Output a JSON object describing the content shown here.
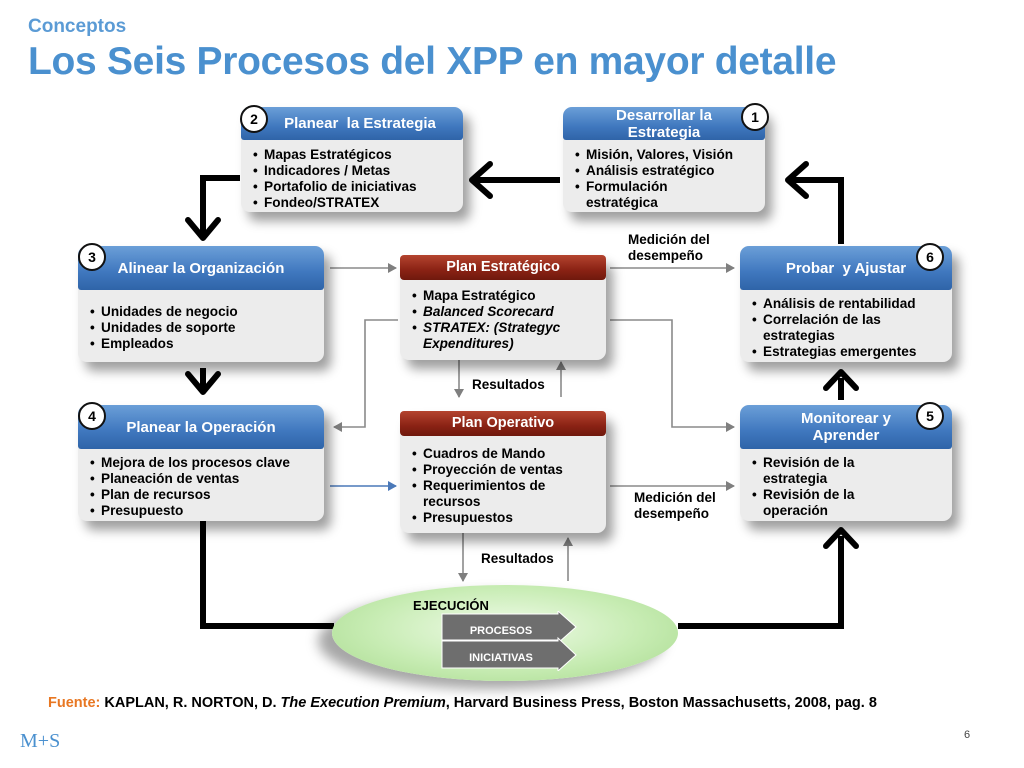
{
  "header": {
    "eyebrow": "Conceptos",
    "title": "Los Seis Procesos del XPP en mayor detalle"
  },
  "processes": {
    "planear_estrategia": {
      "number": "2",
      "title": "Planear  la Estrategia",
      "items": [
        "Mapas Estratégicos",
        "Indicadores / Metas",
        "Portafolio de iniciativas",
        "Fondeo/STRATEX"
      ]
    },
    "desarrollar_estrategia": {
      "number": "1",
      "title_line1": "Desarrollar la",
      "title_line2": "Estrategia",
      "items": [
        "Misión, Valores, Visión",
        "Análisis estratégico",
        "Formulación estratégica"
      ]
    },
    "alinear_organizacion": {
      "number": "3",
      "title": "Alinear la Organización",
      "items": [
        "Unidades de negocio",
        "Unidades de soporte",
        "Empleados"
      ]
    },
    "probar_ajustar": {
      "number": "6",
      "title": "Probar  y Ajustar",
      "items": [
        "Análisis de rentabilidad",
        "Correlación de las estrategias",
        "Estrategias emergentes"
      ]
    },
    "planear_operacion": {
      "number": "4",
      "title": "Planear la Operación",
      "items": [
        "Mejora de los procesos clave",
        "Planeación de ventas",
        "Plan de recursos",
        "Presupuesto"
      ]
    },
    "monitorear_aprender": {
      "number": "5",
      "title_line1": "Monitorear y",
      "title_line2": "Aprender",
      "items": [
        "Revisión de la estrategia",
        "Revisión de la operación"
      ]
    }
  },
  "plans": {
    "estrategico": {
      "title": "Plan Estratégico",
      "items": [
        "Mapa Estratégico",
        "Balanced Scorecard",
        "STRATEX: (Strategyc Expenditures)"
      ]
    },
    "operativo": {
      "title": "Plan Operativo",
      "items": [
        "Cuadros de Mando",
        "Proyección de ventas",
        "Requerimientos de recursos",
        "Presupuestos"
      ]
    }
  },
  "labels": {
    "medicion_top_1": "Medición del",
    "medicion_top_2": "desempeño",
    "medicion_bottom_1": "Medición del",
    "medicion_bottom_2": "desempeño",
    "resultados_1": "Resultados",
    "resultados_2": "Resultados"
  },
  "execution": {
    "title": "EJECUCIÓN",
    "procesos": "PROCESOS",
    "iniciativas": "INICIATIVAS"
  },
  "footer": {
    "source_label": "Fuente:",
    "source_authors": "KAPLAN, R. NORTON, D.",
    "source_book": "The Execution Premium",
    "source_rest": ", Harvard Business Press, Boston Massachusetts, 2008, pag. 8",
    "logo": "M+S",
    "page_number": "6"
  },
  "colors": {
    "title_blue": "#4a90cf",
    "header_blue": "#3f77be",
    "header_red": "#8a2214",
    "source_orange": "#e87722",
    "ellipse_green": "#c7ecb3"
  }
}
